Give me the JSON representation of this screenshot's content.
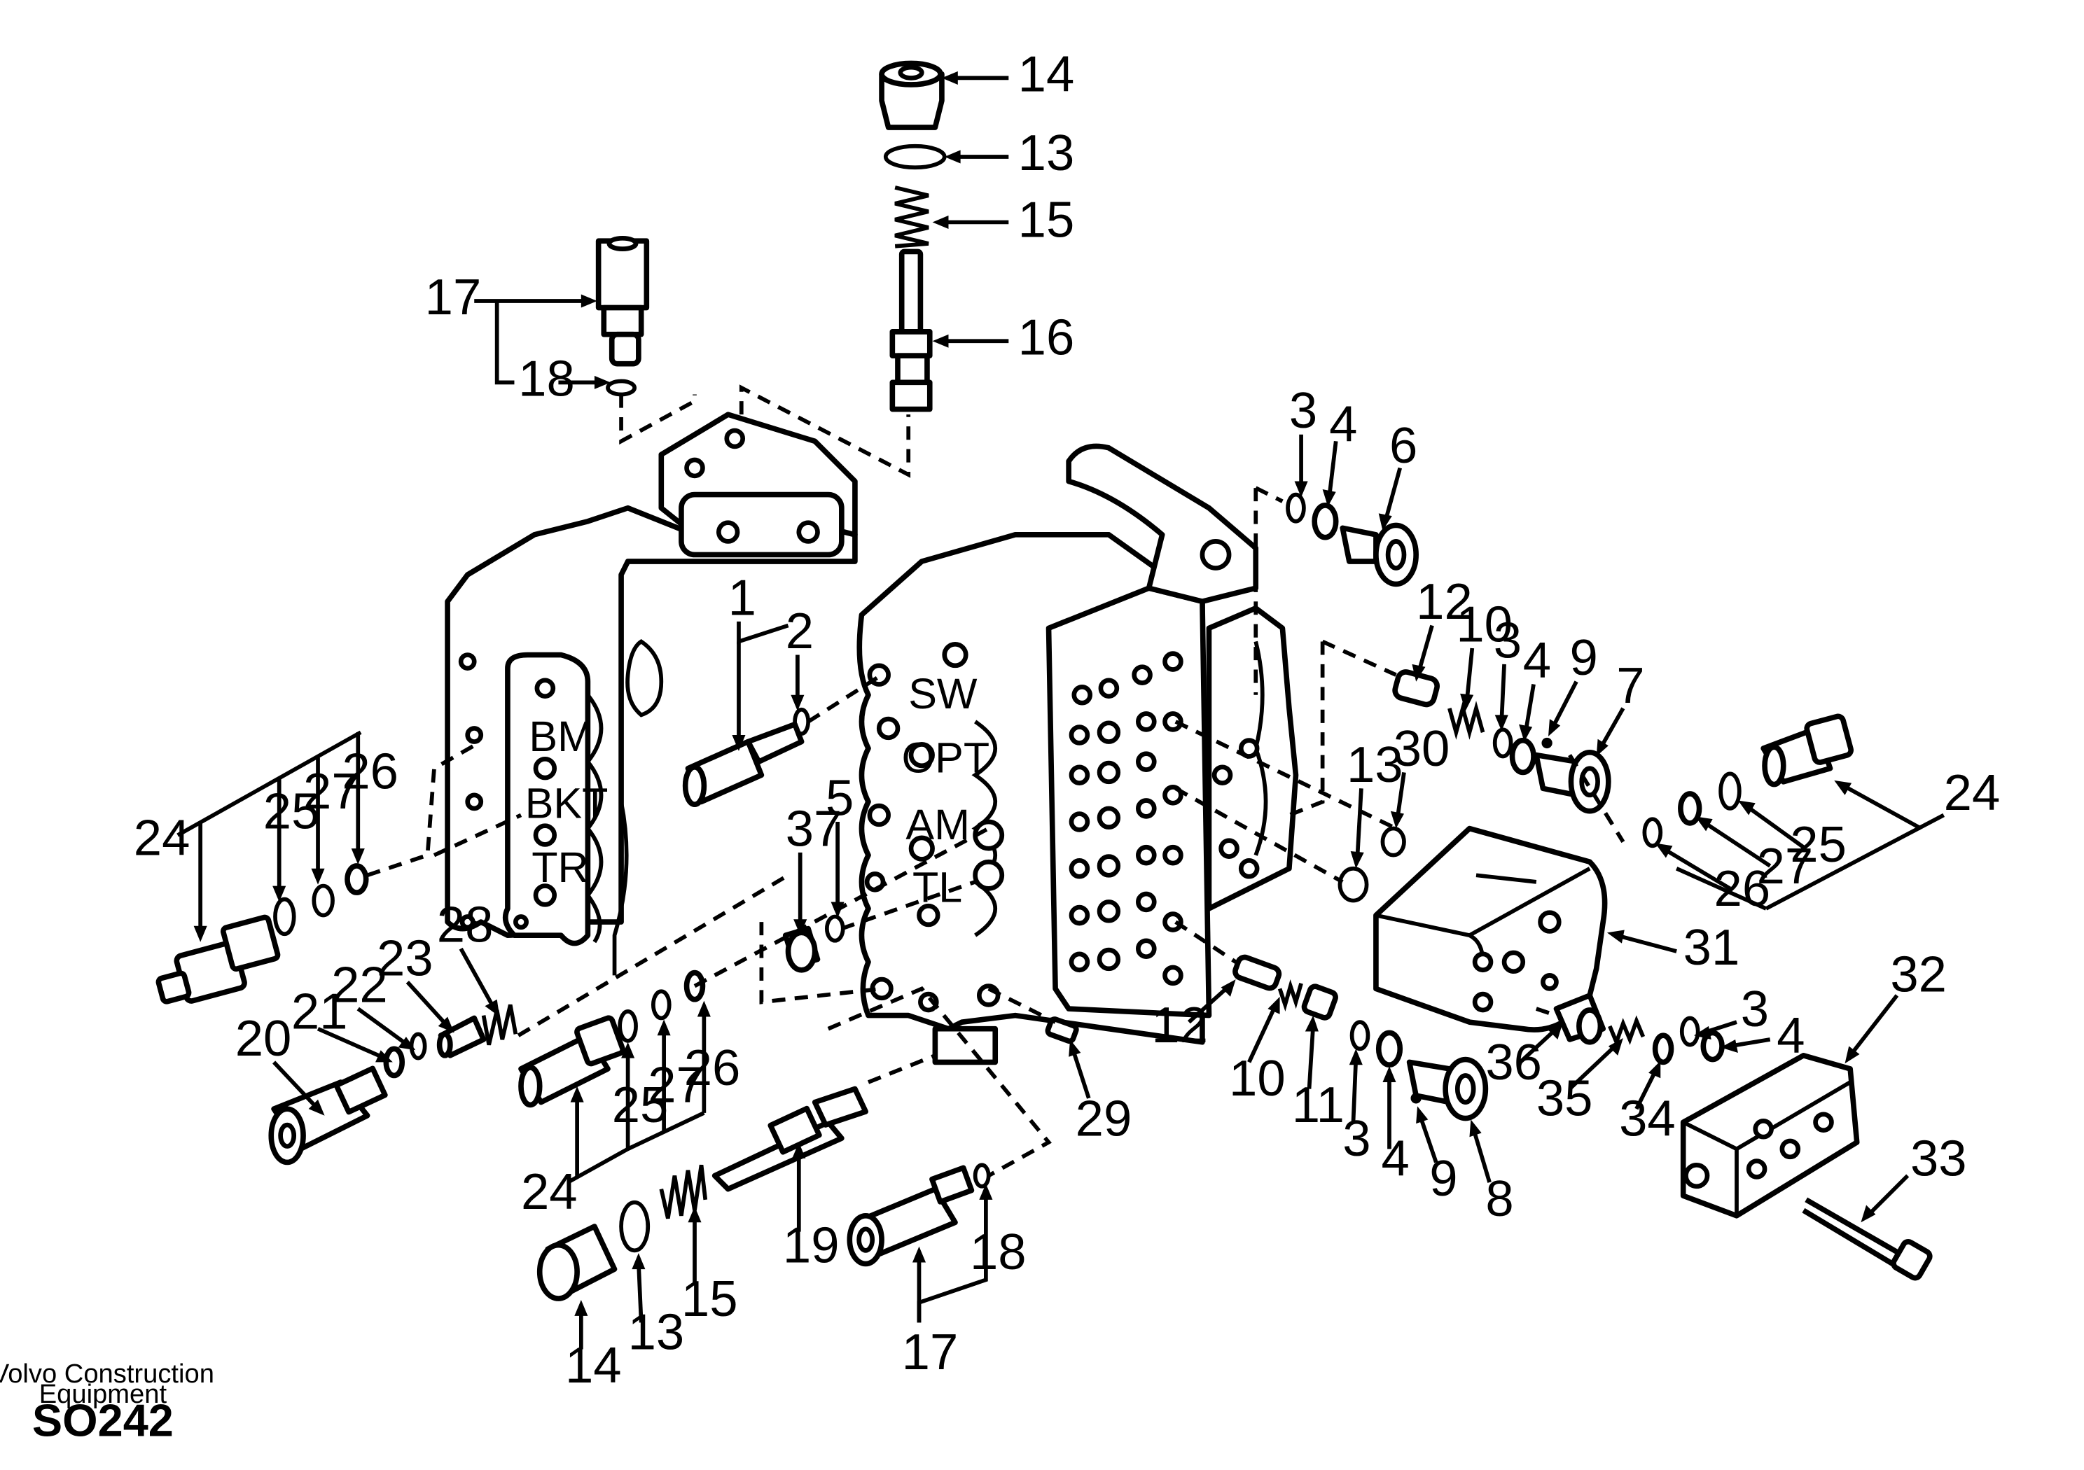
{
  "brand": {
    "line1": "Volvo Construction",
    "line2": "Equipment",
    "code": "SO242"
  },
  "port_labels": [
    "SW",
    "OPT",
    "AM",
    "TL",
    "BM",
    "BKT",
    "TR"
  ],
  "callouts": [
    "14",
    "13",
    "15",
    "16",
    "17",
    "18",
    "3",
    "4",
    "6",
    "12",
    "10",
    "3",
    "4",
    "9",
    "7",
    "1",
    "2",
    "24",
    "25",
    "27",
    "26",
    "13",
    "30",
    "24",
    "26",
    "27",
    "25",
    "37",
    "5",
    "28",
    "23",
    "22",
    "21",
    "20",
    "24",
    "25",
    "27",
    "26",
    "31",
    "36",
    "35",
    "34",
    "3",
    "4",
    "32",
    "12",
    "10",
    "11",
    "3",
    "4",
    "9",
    "8",
    "29",
    "19",
    "18",
    "17",
    "15",
    "13",
    "14",
    "33"
  ]
}
